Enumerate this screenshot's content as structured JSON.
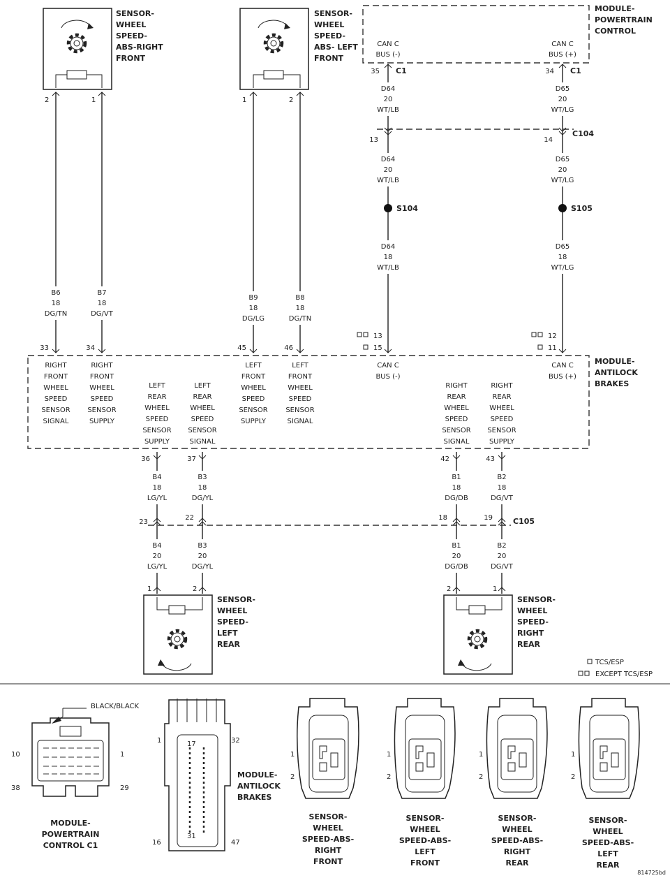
{
  "sensors_top": [
    {
      "label": [
        "SENSOR-",
        "WHEEL",
        "SPEED-",
        "ABS-RIGHT",
        "FRONT"
      ],
      "pins": [
        "2",
        "1"
      ]
    },
    {
      "label": [
        "SENSOR-",
        "WHEEL",
        "SPEED-",
        "ABS- LEFT",
        "FRONT"
      ],
      "pins": [
        "1",
        "2"
      ]
    }
  ],
  "sensors_bottom": [
    {
      "label": [
        "SENSOR-",
        "WHEEL",
        "SPEED-",
        "LEFT",
        "REAR"
      ],
      "pins": [
        "1",
        "2"
      ]
    },
    {
      "label": [
        "SENSOR-",
        "WHEEL",
        "SPEED-",
        "RIGHT",
        "REAR"
      ],
      "pins": [
        "2",
        "1"
      ]
    }
  ],
  "pcm": {
    "label": [
      "MODULE-",
      "POWERTRAIN",
      "CONTROL"
    ],
    "pins": [
      {
        "text": [
          "CAN C",
          "BUS (-)"
        ],
        "num": "35",
        "conn": "C1"
      },
      {
        "text": [
          "CAN C",
          "BUS (+)"
        ],
        "num": "34",
        "conn": "C1"
      }
    ]
  },
  "abs": {
    "label": [
      "MODULE-",
      "ANTILOCK",
      "BRAKES"
    ],
    "pins": [
      {
        "num": "33",
        "text": [
          "RIGHT",
          "FRONT",
          "WHEEL",
          "SPEED",
          "SENSOR",
          "SIGNAL"
        ]
      },
      {
        "num": "34",
        "text": [
          "RIGHT",
          "FRONT",
          "WHEEL",
          "SPEED",
          "SENSOR",
          "SUPPLY"
        ]
      },
      {
        "num": "45",
        "text": [
          "LEFT",
          "FRONT",
          "WHEEL",
          "SPEED",
          "SENSOR",
          "SUPPLY"
        ]
      },
      {
        "num": "46",
        "text": [
          "LEFT",
          "FRONT",
          "WHEEL",
          "SPEED",
          "SENSOR",
          "SIGNAL"
        ]
      },
      {
        "num_tcs": "13",
        "num": "15",
        "text": [
          "CAN C",
          "BUS (-)"
        ]
      },
      {
        "num_tcs": "12",
        "num": "11",
        "text": [
          "CAN C",
          "BUS (+)"
        ]
      },
      {
        "num": "36",
        "text": [
          "LEFT",
          "REAR",
          "WHEEL",
          "SPEED",
          "SENSOR",
          "SUPPLY"
        ]
      },
      {
        "num": "37",
        "text": [
          "LEFT",
          "REAR",
          "WHEEL",
          "SPEED",
          "SENSOR",
          "SIGNAL"
        ]
      },
      {
        "num": "42",
        "text": [
          "RIGHT",
          "REAR",
          "WHEEL",
          "SPEED",
          "SENSOR",
          "SIGNAL"
        ]
      },
      {
        "num": "43",
        "text": [
          "RIGHT",
          "REAR",
          "WHEEL",
          "SPEED",
          "SENSOR",
          "SUPPLY"
        ]
      }
    ]
  },
  "wires": {
    "front": [
      {
        "circuit": "B6",
        "gauge": "18",
        "color": "DG/TN"
      },
      {
        "circuit": "B7",
        "gauge": "18",
        "color": "DG/VT"
      },
      {
        "circuit": "B9",
        "gauge": "18",
        "color": "DG/LG"
      },
      {
        "circuit": "B8",
        "gauge": "18",
        "color": "DG/TN"
      }
    ],
    "can": [
      {
        "upper": {
          "circuit": "D64",
          "gauge": "20",
          "color": "WT/LB"
        },
        "mid": {
          "circuit": "D64",
          "gauge": "20",
          "color": "WT/LB"
        },
        "lower": {
          "circuit": "D64",
          "gauge": "18",
          "color": "WT/LB"
        },
        "splice": "S104",
        "c104_pin": "13"
      },
      {
        "upper": {
          "circuit": "D65",
          "gauge": "20",
          "color": "WT/LG"
        },
        "mid": {
          "circuit": "D65",
          "gauge": "20",
          "color": "WT/LG"
        },
        "lower": {
          "circuit": "D65",
          "gauge": "18",
          "color": "WT/LG"
        },
        "splice": "S105",
        "c104_pin": "14"
      }
    ],
    "rear_upper": [
      {
        "circuit": "B4",
        "gauge": "18",
        "color": "LG/YL"
      },
      {
        "circuit": "B3",
        "gauge": "18",
        "color": "DG/YL"
      },
      {
        "circuit": "B1",
        "gauge": "18",
        "color": "DG/DB"
      },
      {
        "circuit": "B2",
        "gauge": "18",
        "color": "DG/VT"
      }
    ],
    "rear_lower": [
      {
        "circuit": "B4",
        "gauge": "20",
        "color": "LG/YL"
      },
      {
        "circuit": "B3",
        "gauge": "20",
        "color": "DG/YL"
      },
      {
        "circuit": "B1",
        "gauge": "20",
        "color": "DG/DB"
      },
      {
        "circuit": "B2",
        "gauge": "20",
        "color": "DG/VT"
      }
    ],
    "c105_pins": [
      "23",
      "22",
      "18",
      "19"
    ]
  },
  "connectors": {
    "c104": "C104",
    "c105": "C105"
  },
  "legend": {
    "tcs": "TCS/ESP",
    "except": "EXCEPT TCS/ESP"
  },
  "connector_views": {
    "pcm": {
      "caption": [
        "MODULE-",
        "POWERTRAIN",
        "CONTROL C1"
      ],
      "callout": "BLACK/BLACK",
      "pins": {
        "top_left": "10",
        "top_right": "1",
        "bottom_left": "38",
        "bottom_right": "29"
      }
    },
    "abs": {
      "caption": [
        "MODULE-",
        "ANTILOCK",
        "BRAKES"
      ],
      "pins": {
        "top_left": "1",
        "top_right": "32",
        "inner_top": "17",
        "inner_bottom": "31",
        "bottom_left": "16",
        "bottom_right": "47"
      }
    },
    "sensors": [
      {
        "caption": [
          "SENSOR-",
          "WHEEL",
          "SPEED-ABS-",
          "RIGHT",
          "FRONT"
        ],
        "pins": [
          "1",
          "2"
        ]
      },
      {
        "caption": [
          "SENSOR-",
          "WHEEL",
          "SPEED-ABS-",
          "LEFT",
          "FRONT"
        ],
        "pins": [
          "1",
          "2"
        ]
      },
      {
        "caption": [
          "SENSOR-",
          "WHEEL",
          "SPEED-ABS-",
          "RIGHT",
          "REAR"
        ],
        "pins": [
          "1",
          "2"
        ]
      },
      {
        "caption": [
          "SENSOR-",
          "WHEEL",
          "SPEED-ABS-",
          "LEFT",
          "REAR"
        ],
        "pins": [
          "1",
          "2"
        ]
      }
    ]
  },
  "ref_code": "814725bd"
}
